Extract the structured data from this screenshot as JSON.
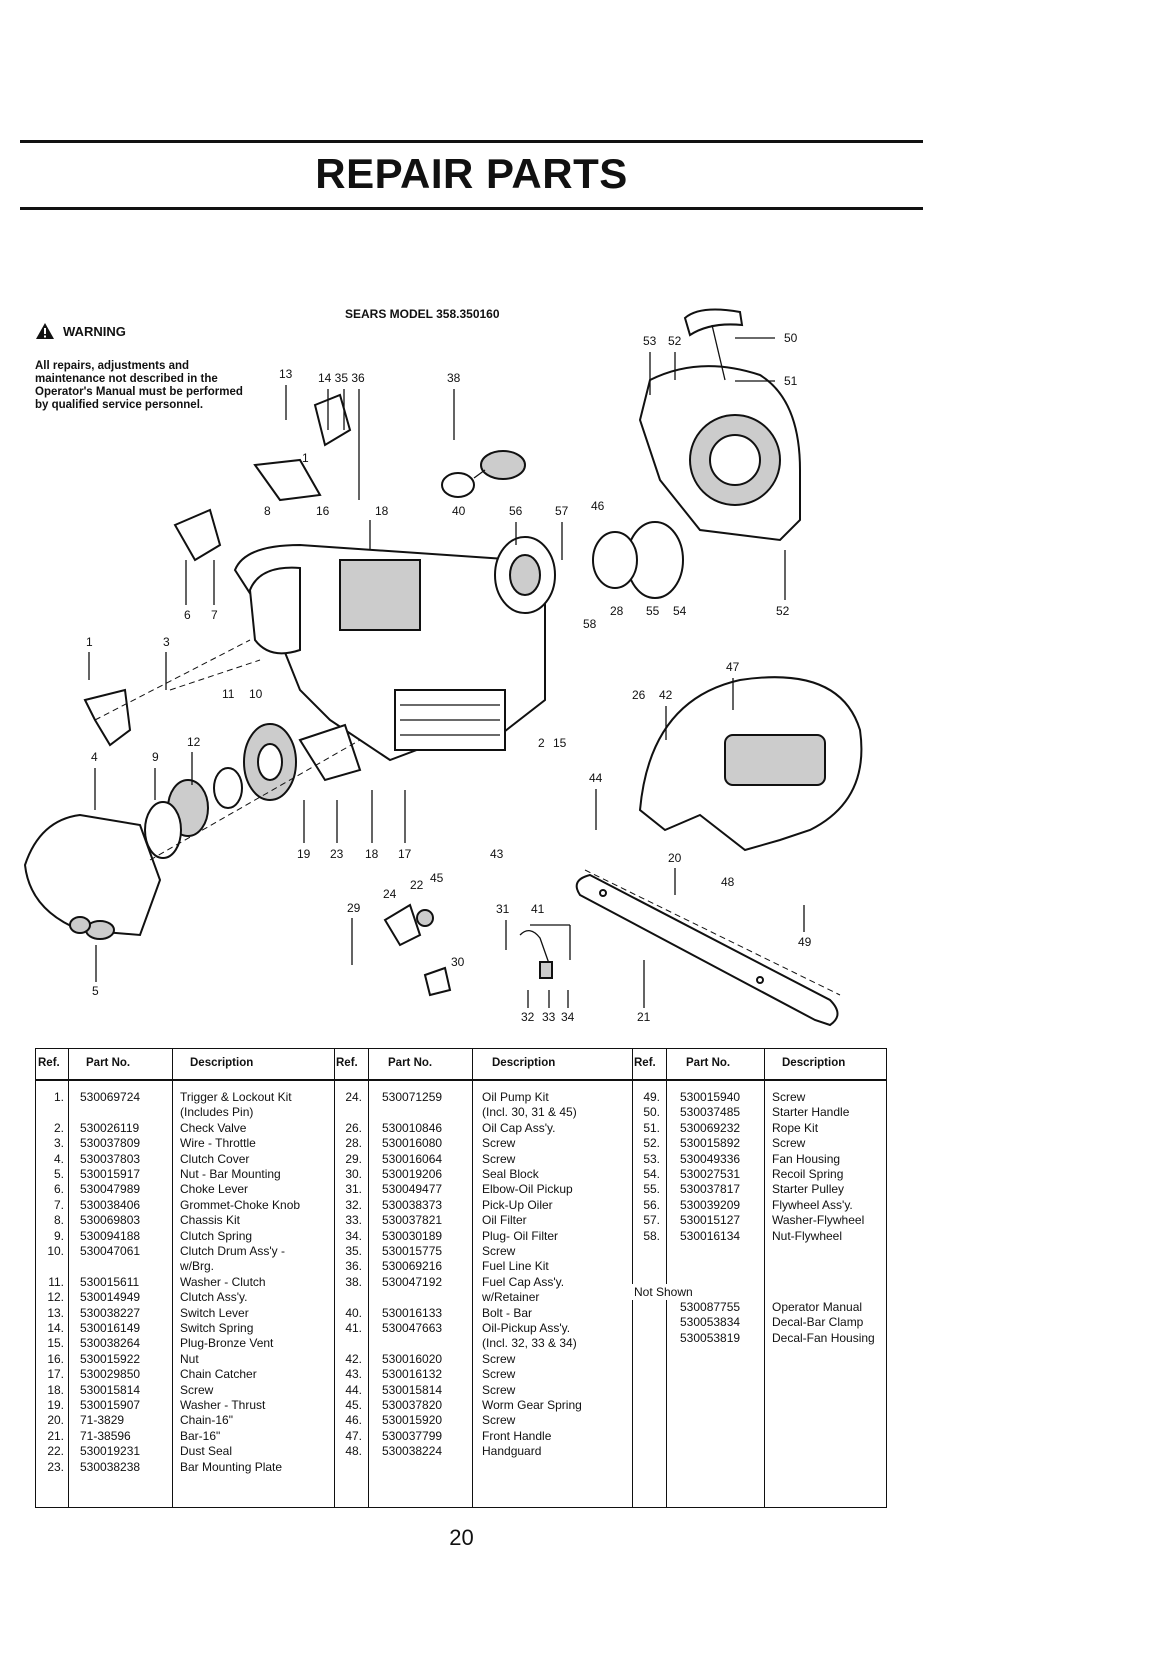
{
  "title": "REPAIR PARTS",
  "warning": {
    "label": "WARNING",
    "text": "All repairs, adjustments and maintenance not described in the Operator's Manual must be performed by qualified service personnel."
  },
  "model": "SEARS MODEL 358.350160",
  "diagram_callouts": [
    "13",
    "14",
    "35",
    "36",
    "38",
    "53",
    "52",
    "50",
    "51",
    "1",
    "8",
    "16",
    "18",
    "40",
    "56",
    "57",
    "46",
    "6",
    "7",
    "58",
    "28",
    "55",
    "54",
    "52",
    "1",
    "3",
    "11",
    "10",
    "47",
    "26",
    "42",
    "4",
    "9",
    "12",
    "2",
    "15",
    "44",
    "19",
    "23",
    "18",
    "17",
    "43",
    "20",
    "48",
    "24",
    "22",
    "45",
    "29",
    "31",
    "41",
    "49",
    "30",
    "5",
    "32",
    "33",
    "34",
    "21"
  ],
  "table": {
    "headers": [
      "Ref.",
      "Part No.",
      "Description"
    ],
    "columns": [
      [
        {
          "ref": "1.",
          "part": "530069724",
          "desc": "Trigger & Lockout  Kit"
        },
        {
          "ref": "",
          "part": "",
          "desc": "(Includes Pin)"
        },
        {
          "ref": "2.",
          "part": "530026119",
          "desc": "Check Valve"
        },
        {
          "ref": "3.",
          "part": "530037809",
          "desc": "Wire - Throttle"
        },
        {
          "ref": "4.",
          "part": "530037803",
          "desc": "Clutch Cover"
        },
        {
          "ref": "5.",
          "part": "530015917",
          "desc": "Nut - Bar Mounting"
        },
        {
          "ref": "6.",
          "part": "530047989",
          "desc": "Choke Lever"
        },
        {
          "ref": "7.",
          "part": "530038406",
          "desc": "Grommet-Choke Knob"
        },
        {
          "ref": "8.",
          "part": "530069803",
          "desc": "Chassis Kit"
        },
        {
          "ref": "9.",
          "part": "530094188",
          "desc": "Clutch Spring"
        },
        {
          "ref": "10.",
          "part": "530047061",
          "desc": "Clutch Drum Ass'y -"
        },
        {
          "ref": "",
          "part": "",
          "desc": "w/Brg."
        },
        {
          "ref": "11.",
          "part": "530015611",
          "desc": "Washer - Clutch"
        },
        {
          "ref": "12.",
          "part": "530014949",
          "desc": "Clutch Ass'y."
        },
        {
          "ref": "13.",
          "part": "530038227",
          "desc": "Switch Lever"
        },
        {
          "ref": "14.",
          "part": "530016149",
          "desc": "Switch Spring"
        },
        {
          "ref": "15.",
          "part": "530038264",
          "desc": "Plug-Bronze Vent"
        },
        {
          "ref": "16.",
          "part": "530015922",
          "desc": "Nut"
        },
        {
          "ref": "17.",
          "part": "530029850",
          "desc": "Chain Catcher"
        },
        {
          "ref": "18.",
          "part": "530015814",
          "desc": "Screw"
        },
        {
          "ref": "19.",
          "part": "530015907",
          "desc": "Washer - Thrust"
        },
        {
          "ref": "20.",
          "part": "71-3829",
          "desc": "Chain-16\""
        },
        {
          "ref": "21.",
          "part": "71-38596",
          "desc": "Bar-16\""
        },
        {
          "ref": "22.",
          "part": "530019231",
          "desc": "Dust Seal"
        },
        {
          "ref": "23.",
          "part": "530038238",
          "desc": "Bar Mounting Plate"
        }
      ],
      [
        {
          "ref": "24.",
          "part": "530071259",
          "desc": "Oil Pump Kit"
        },
        {
          "ref": "",
          "part": "",
          "desc": "(Incl. 30, 31 & 45)"
        },
        {
          "ref": "26.",
          "part": "530010846",
          "desc": "Oil Cap Ass'y."
        },
        {
          "ref": "28.",
          "part": "530016080",
          "desc": "Screw"
        },
        {
          "ref": "29.",
          "part": "530016064",
          "desc": "Screw"
        },
        {
          "ref": "30.",
          "part": "530019206",
          "desc": "Seal Block"
        },
        {
          "ref": "31.",
          "part": "530049477",
          "desc": "Elbow-Oil Pickup"
        },
        {
          "ref": "32.",
          "part": "530038373",
          "desc": "Pick-Up Oiler"
        },
        {
          "ref": "33.",
          "part": "530037821",
          "desc": "Oil  Filter"
        },
        {
          "ref": "34.",
          "part": "530030189",
          "desc": "Plug- Oil Filter"
        },
        {
          "ref": "35.",
          "part": "530015775",
          "desc": "Screw"
        },
        {
          "ref": "36.",
          "part": "530069216",
          "desc": "Fuel Line Kit"
        },
        {
          "ref": "38.",
          "part": "530047192",
          "desc": "Fuel Cap Ass'y."
        },
        {
          "ref": "",
          "part": "",
          "desc": "w/Retainer"
        },
        {
          "ref": "40.",
          "part": "530016133",
          "desc": "Bolt - Bar"
        },
        {
          "ref": "41.",
          "part": "530047663",
          "desc": "Oil-Pickup Ass'y."
        },
        {
          "ref": "",
          "part": "",
          "desc": "(Incl. 32, 33 & 34)"
        },
        {
          "ref": "42.",
          "part": "530016020",
          "desc": "Screw"
        },
        {
          "ref": "43.",
          "part": "530016132",
          "desc": "Screw"
        },
        {
          "ref": "44.",
          "part": "530015814",
          "desc": "Screw"
        },
        {
          "ref": "45.",
          "part": "530037820",
          "desc": "Worm Gear Spring"
        },
        {
          "ref": "46.",
          "part": "530015920",
          "desc": "Screw"
        },
        {
          "ref": "47.",
          "part": "530037799",
          "desc": "Front Handle"
        },
        {
          "ref": "48.",
          "part": "530038224",
          "desc": "Handguard"
        }
      ],
      [
        {
          "ref": "49.",
          "part": "530015940",
          "desc": "Screw"
        },
        {
          "ref": "50.",
          "part": "530037485",
          "desc": "Starter Handle"
        },
        {
          "ref": "51.",
          "part": "530069232",
          "desc": "Rope Kit"
        },
        {
          "ref": "52.",
          "part": "530015892",
          "desc": "Screw"
        },
        {
          "ref": "53.",
          "part": "530049336",
          "desc": "Fan Housing"
        },
        {
          "ref": "54.",
          "part": "530027531",
          "desc": "Recoil Spring"
        },
        {
          "ref": "55.",
          "part": "530037817",
          "desc": "Starter Pulley"
        },
        {
          "ref": "56.",
          "part": "530039209",
          "desc": "Flywheel Ass'y."
        },
        {
          "ref": "57.",
          "part": "530015127",
          "desc": "Washer-Flywheel"
        },
        {
          "ref": "58.",
          "part": "530016134",
          "desc": "Nut-Flywheel"
        }
      ]
    ],
    "not_shown_label": "Not  Shown",
    "not_shown": [
      {
        "part": "530087755",
        "desc": "Operator Manual"
      },
      {
        "part": "530053834",
        "desc": "Decal-Bar Clamp"
      },
      {
        "part": "530053819",
        "desc": "Decal-Fan Housing"
      }
    ]
  },
  "page_number": "20"
}
